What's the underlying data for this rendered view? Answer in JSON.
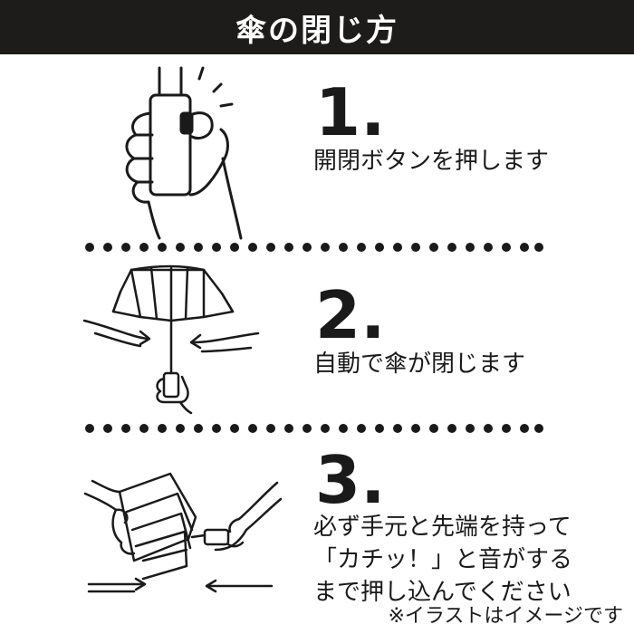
{
  "header": {
    "title": "傘の閉じ方"
  },
  "steps": [
    {
      "number": "1.",
      "text_lines": [
        "開閉ボタンを押します"
      ]
    },
    {
      "number": "2.",
      "text_lines": [
        "自動で傘が閉じます"
      ]
    },
    {
      "number": "3.",
      "text_lines": [
        "必ず手元と先端を持って",
        "「カチッ！」と音がする",
        "まで押し込んでください"
      ]
    }
  ],
  "note": "※イラストはイメージです",
  "colors": {
    "header_bg": "#1e1c1a",
    "header_text": "#ffffff",
    "ink": "#1a1a1a"
  }
}
